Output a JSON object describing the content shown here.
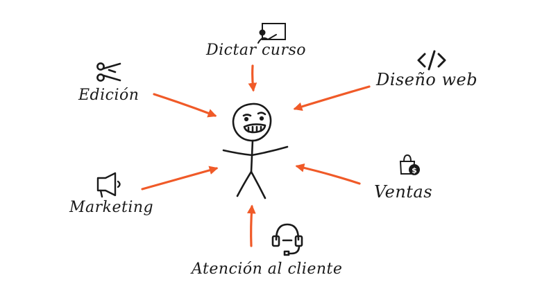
{
  "colors": {
    "arrow": "#f05a28",
    "ink": "#1a1a1a"
  },
  "center": {
    "icon": "stick-figure-icon"
  },
  "nodes": [
    {
      "id": "dictar",
      "label": "Dictar curso",
      "icon": "presentation-board-icon"
    },
    {
      "id": "diseno",
      "label": "Diseño web",
      "icon": "code-brackets-icon"
    },
    {
      "id": "edicion",
      "label": "Edición",
      "icon": "scissors-icon"
    },
    {
      "id": "ventas",
      "label": "Ventas",
      "icon": "shopping-bag-dollar-icon"
    },
    {
      "id": "marketing",
      "label": "Marketing",
      "icon": "megaphone-icon"
    },
    {
      "id": "atencion",
      "label": "Atención al cliente",
      "icon": "headset-icon"
    }
  ]
}
